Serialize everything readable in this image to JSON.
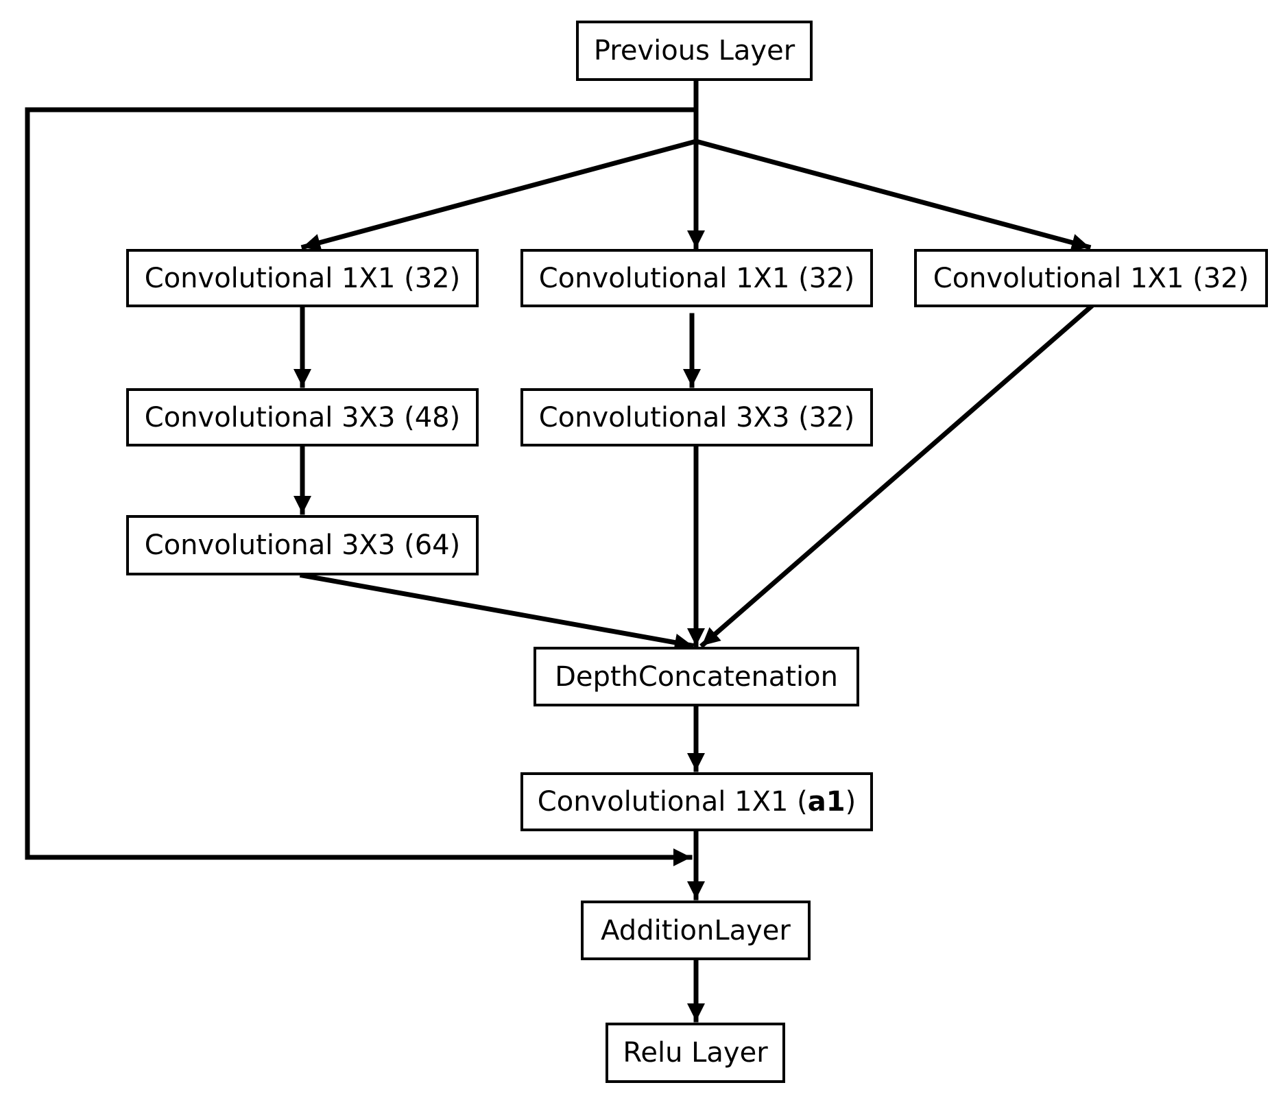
{
  "nodes": {
    "previous": "Previous Layer",
    "branch1_conv1x1": "Convolutional 1X1 (32)",
    "branch2_conv1x1": "Convolutional 1X1 (32)",
    "branch3_conv1x1": "Convolutional 1X1 (32)",
    "branch1_conv3x3_48": "Convolutional 3X3 (48)",
    "branch2_conv3x3_32": "Convolutional 3X3 (32)",
    "branch1_conv3x3_64": "Convolutional 3X3 (64)",
    "depth_concat": "DepthConcatenation",
    "final_conv_prefix": "Convolutional 1X1 (",
    "final_conv_param": "a1",
    "final_conv_suffix": ")",
    "addition": "AdditionLayer",
    "relu": "Relu Layer"
  },
  "edges": [
    {
      "from": "Previous Layer",
      "to": "Convolutional 1X1 (32) [left]"
    },
    {
      "from": "Previous Layer",
      "to": "Convolutional 1X1 (32) [center]"
    },
    {
      "from": "Previous Layer",
      "to": "Convolutional 1X1 (32) [right]"
    },
    {
      "from": "Previous Layer",
      "to": "AdditionLayer",
      "kind": "skip"
    },
    {
      "from": "Convolutional 1X1 (32) [left]",
      "to": "Convolutional 3X3 (48)"
    },
    {
      "from": "Convolutional 3X3 (48)",
      "to": "Convolutional 3X3 (64)"
    },
    {
      "from": "Convolutional 1X1 (32) [center]",
      "to": "Convolutional 3X3 (32)"
    },
    {
      "from": "Convolutional 3X3 (64)",
      "to": "DepthConcatenation"
    },
    {
      "from": "Convolutional 3X3 (32)",
      "to": "DepthConcatenation"
    },
    {
      "from": "Convolutional 1X1 (32) [right]",
      "to": "DepthConcatenation"
    },
    {
      "from": "DepthConcatenation",
      "to": "Convolutional 1X1 (a1)"
    },
    {
      "from": "Convolutional 1X1 (a1)",
      "to": "AdditionLayer"
    },
    {
      "from": "AdditionLayer",
      "to": "Relu Layer"
    }
  ],
  "colors": {
    "stroke": "#000000",
    "background": "#ffffff"
  }
}
